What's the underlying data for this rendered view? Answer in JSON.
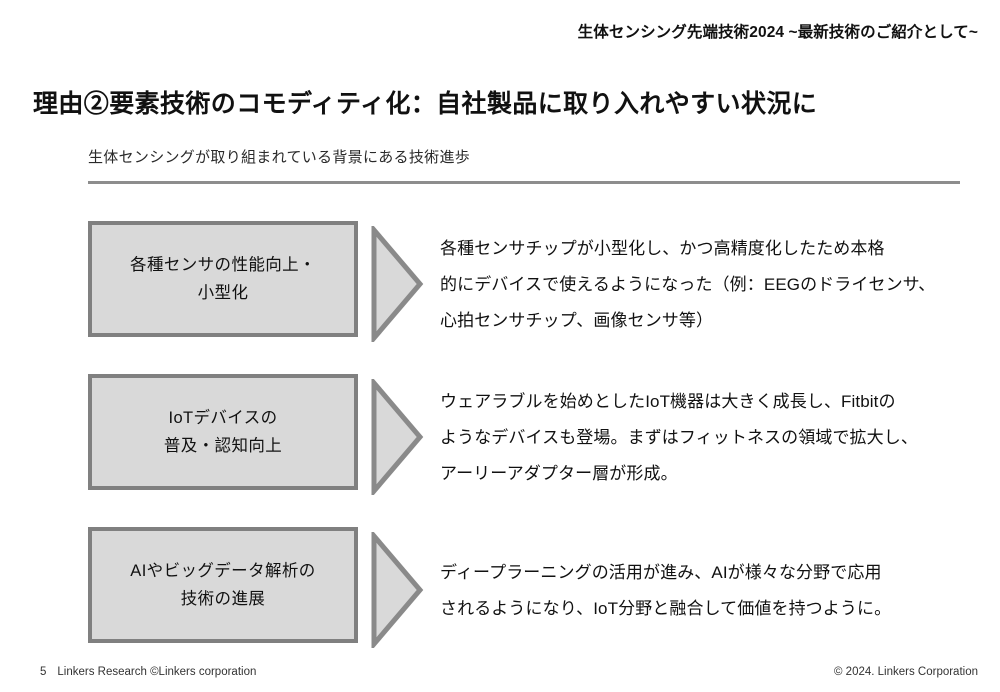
{
  "header": {
    "title": "生体センシング先端技術2024 ~最新技術のご紹介として~"
  },
  "page_title": "理由②要素技術のコモディティ化：自社製品に取り入れやすい状況に",
  "subtitle": "生体センシングが取り組まれている背景にある技術進歩",
  "rows": [
    {
      "label_lines": [
        "各種センサの性能向上・",
        "小型化"
      ],
      "body_lines": [
        "各種センサチップが小型化し、かつ高精度化したため本格",
        "的にデバイスで使えるようになった（例：EEGのドライセンサ、",
        "心拍センサチップ、画像センサ等）"
      ]
    },
    {
      "label_lines": [
        "IoTデバイスの",
        "普及・認知向上"
      ],
      "body_lines": [
        "ウェアラブルを始めとしたIoT機器は大きく成長し、Fitbitの",
        "ようなデバイスも登場。まずはフィットネスの領域で拡大し、",
        "アーリーアダプター層が形成。"
      ]
    },
    {
      "label_lines": [
        "AIやビッグデータ解析の",
        "技術の進展"
      ],
      "body_lines": [
        "ディープラーニングの活用が進み、AIが様々な分野で応用",
        "されるようになり、IoT分野と融合して価値を持つように。"
      ]
    }
  ],
  "footer": {
    "page_number": "5",
    "left_text": "Linkers Research ©Linkers corporation",
    "right_text": "© 2024. Linkers Corporation"
  },
  "colors": {
    "box_fill": "#d9d9d9",
    "box_border": "#808080",
    "rule": "#8d8d8d",
    "text": "#111111"
  }
}
